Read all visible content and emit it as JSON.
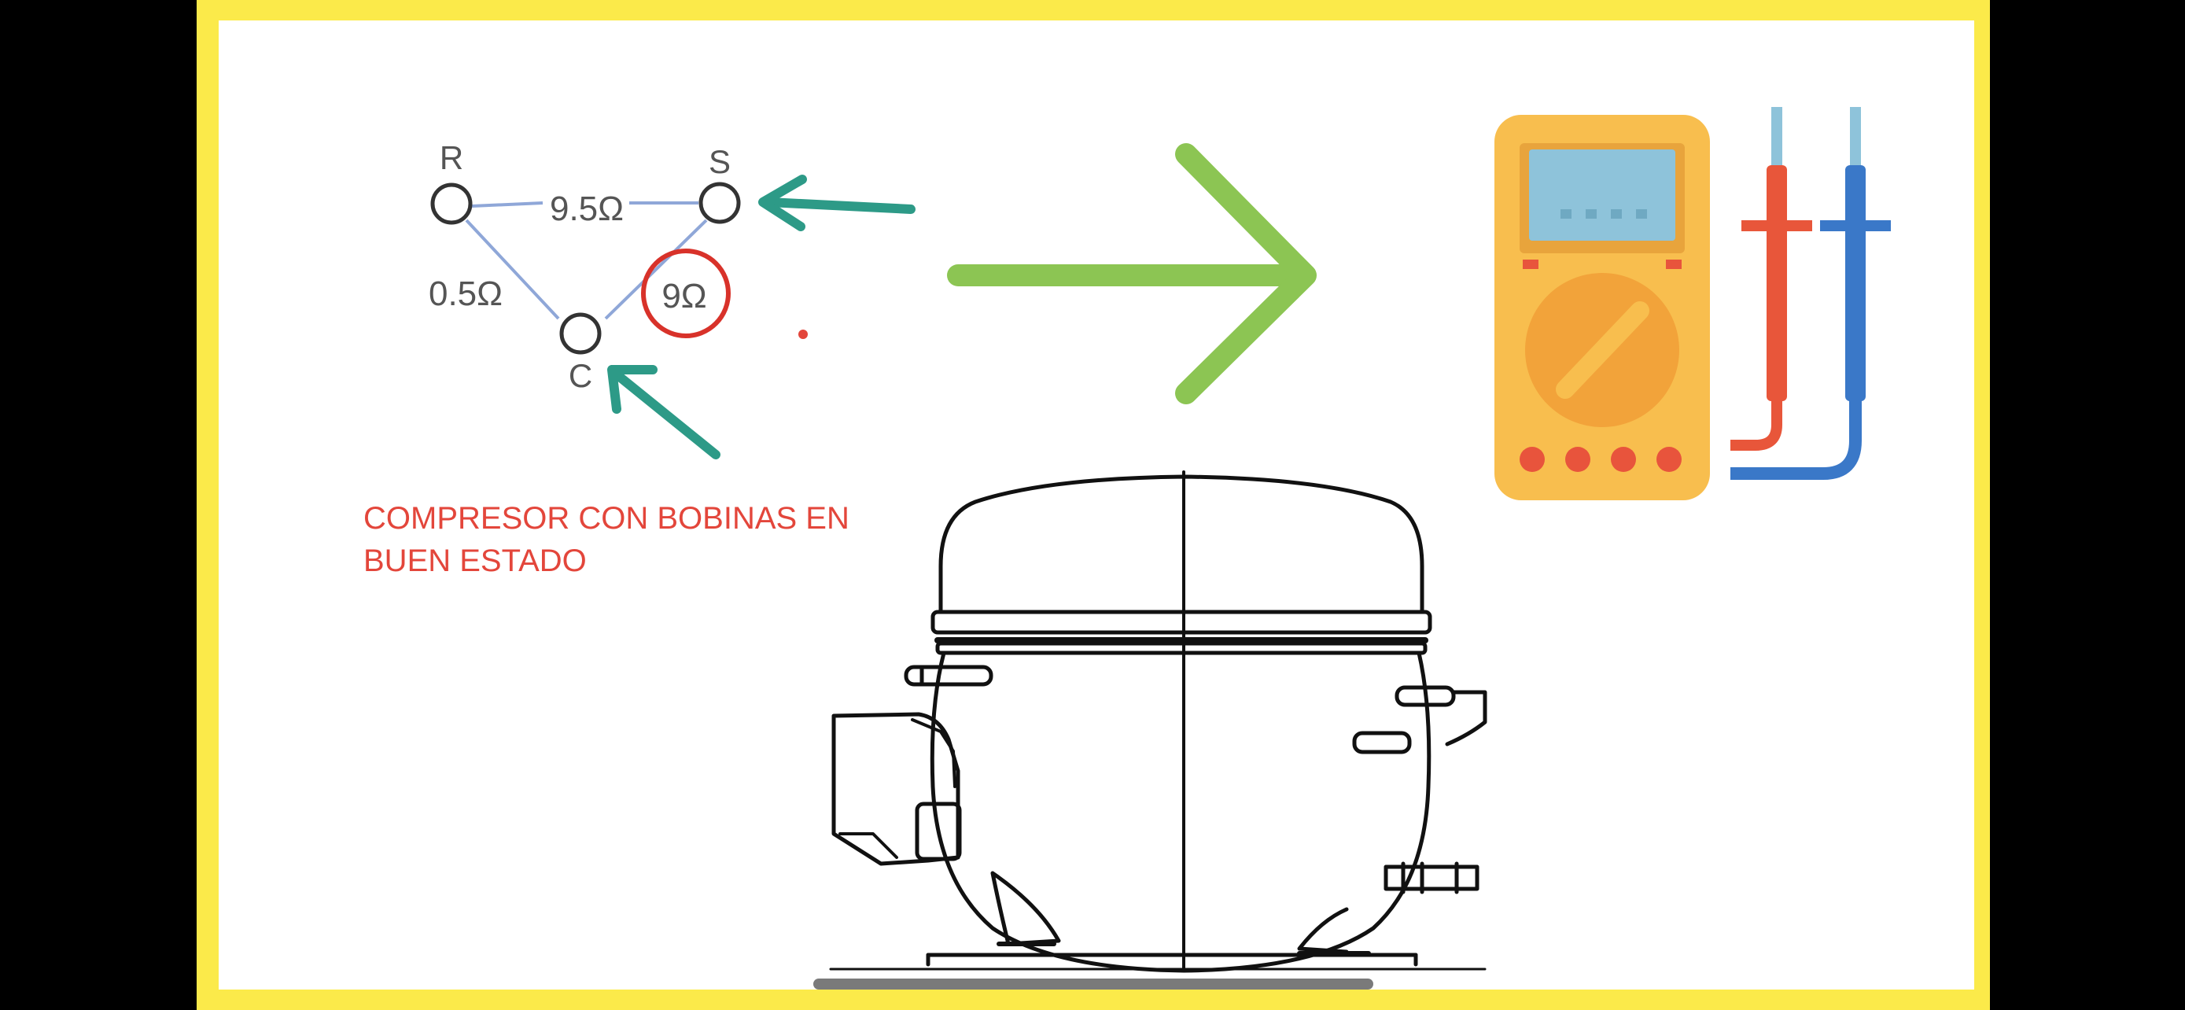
{
  "diagram": {
    "terminals": {
      "r_label": "R",
      "s_label": "S",
      "c_label": "C"
    },
    "resistances": {
      "r_s": "9.5Ω",
      "r_c": "0.5Ω",
      "s_c": "9Ω"
    },
    "caption_line1": "COMPRESOR CON BOBINAS EN",
    "caption_line2": "BUEN ESTADO"
  },
  "colors": {
    "frame_yellow": "#fbea4a",
    "panel": "#ffffff",
    "teal_arrow": "#2d9a87",
    "green_arrow": "#8cc553",
    "caption_red": "#e3463b",
    "highlight_red": "#d8322a",
    "wire_blue": "#8fa7d8",
    "meter_body": "#f8be4e",
    "meter_screen": "#8ec3da",
    "meter_dial": "#f2a33a",
    "meter_dot": "#e8543c",
    "probe_red": "#e8563a",
    "probe_blue": "#3a78c8",
    "home_bar": "#7a7a7a"
  },
  "icons": {
    "teal_arrow_1": "arrow-pointing-left-icon",
    "teal_arrow_2": "arrow-pointing-up-left-icon",
    "green_arrow": "chevron-arrow-right-icon",
    "multimeter": "multimeter-icon",
    "compressor": "compressor-drawing"
  }
}
